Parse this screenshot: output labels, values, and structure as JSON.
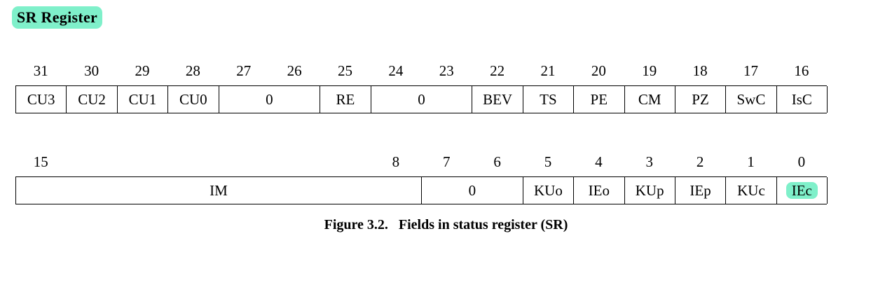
{
  "title": "SR Register",
  "theme": {
    "highlight_color": "#7ff0ca",
    "border_color": "#000000",
    "background_color": "#ffffff",
    "text_color": "#000000"
  },
  "caption": "Figure 3.2.   Fields in status register (SR)",
  "registers": [
    {
      "id": "sr-high-halfword",
      "bit_labels": [
        "31",
        "30",
        "29",
        "28",
        "27",
        "26",
        "25",
        "24",
        "23",
        "22",
        "21",
        "20",
        "19",
        "18",
        "17",
        "16"
      ],
      "fields": [
        {
          "label": "CU3",
          "bits": 1,
          "highlighted": false
        },
        {
          "label": "CU2",
          "bits": 1,
          "highlighted": false
        },
        {
          "label": "CU1",
          "bits": 1,
          "highlighted": false
        },
        {
          "label": "CU0",
          "bits": 1,
          "highlighted": false
        },
        {
          "label": "0",
          "bits": 2,
          "highlighted": false
        },
        {
          "label": "RE",
          "bits": 1,
          "highlighted": false
        },
        {
          "label": "0",
          "bits": 2,
          "highlighted": false
        },
        {
          "label": "BEV",
          "bits": 1,
          "highlighted": false
        },
        {
          "label": "TS",
          "bits": 1,
          "highlighted": false
        },
        {
          "label": "PE",
          "bits": 1,
          "highlighted": false
        },
        {
          "label": "CM",
          "bits": 1,
          "highlighted": false
        },
        {
          "label": "PZ",
          "bits": 1,
          "highlighted": false
        },
        {
          "label": "SwC",
          "bits": 1,
          "highlighted": false
        },
        {
          "label": "IsC",
          "bits": 1,
          "highlighted": false
        }
      ]
    },
    {
      "id": "sr-low-halfword",
      "bit_labels": [
        "15",
        "",
        "",
        "",
        "",
        "",
        "",
        "8",
        "7",
        "6",
        "5",
        "4",
        "3",
        "2",
        "1",
        "0"
      ],
      "fields": [
        {
          "label": "IM",
          "bits": 8,
          "highlighted": false
        },
        {
          "label": "0",
          "bits": 2,
          "highlighted": false
        },
        {
          "label": "KUo",
          "bits": 1,
          "highlighted": false
        },
        {
          "label": "IEo",
          "bits": 1,
          "highlighted": false
        },
        {
          "label": "KUp",
          "bits": 1,
          "highlighted": false
        },
        {
          "label": "IEp",
          "bits": 1,
          "highlighted": false
        },
        {
          "label": "KUc",
          "bits": 1,
          "highlighted": false
        },
        {
          "label": "IEc",
          "bits": 1,
          "highlighted": true
        }
      ]
    }
  ]
}
